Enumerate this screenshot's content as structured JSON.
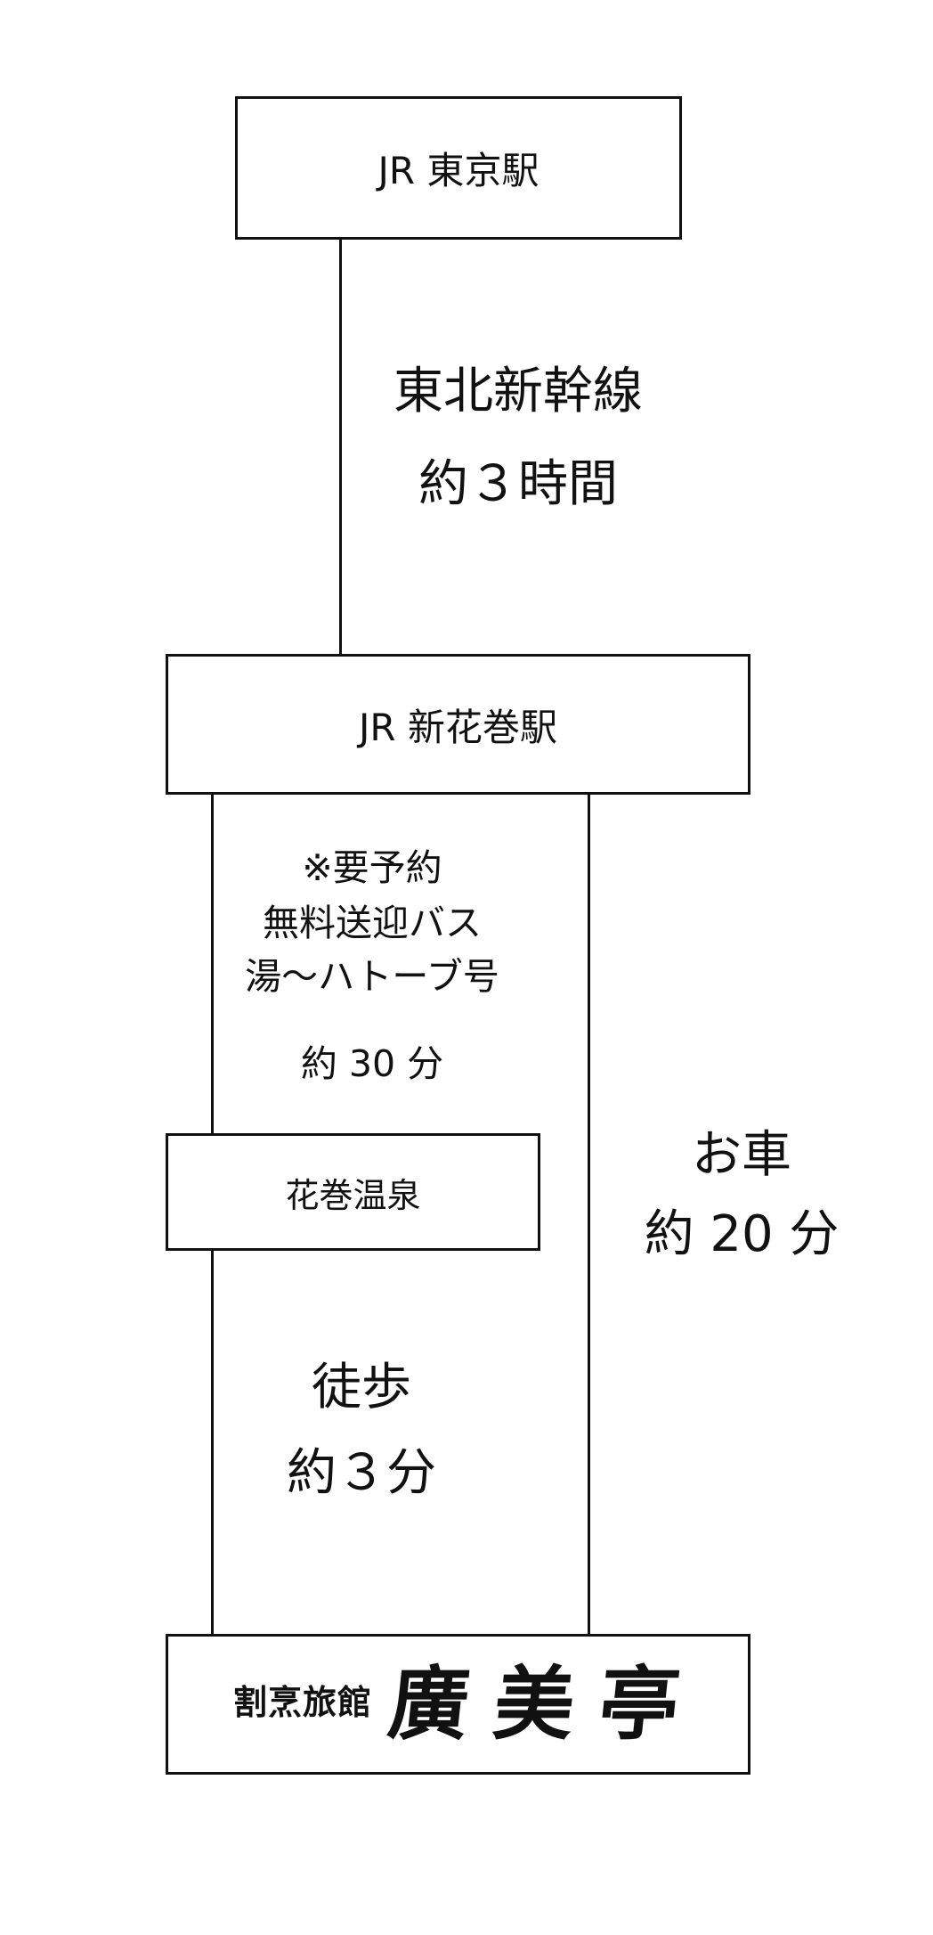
{
  "stations": {
    "tokyo": "JR 東京駅",
    "shin_hanamaki": "JR 新花巻駅",
    "hanamaki_onsen": "花巻温泉"
  },
  "routes": {
    "shinkansen": {
      "line": "東北新幹線",
      "time": "約３時間"
    },
    "bus": {
      "note": "※要予約",
      "name": "無料送迎バス",
      "bus_name": "湯～ハトーブ号",
      "time": "約 30 分"
    },
    "car": {
      "mode": "お車",
      "time": "約 20 分"
    },
    "walk": {
      "mode": "徒歩",
      "time": "約３分"
    }
  },
  "destination": {
    "type": "割烹旅館",
    "name": "廣美亭"
  }
}
